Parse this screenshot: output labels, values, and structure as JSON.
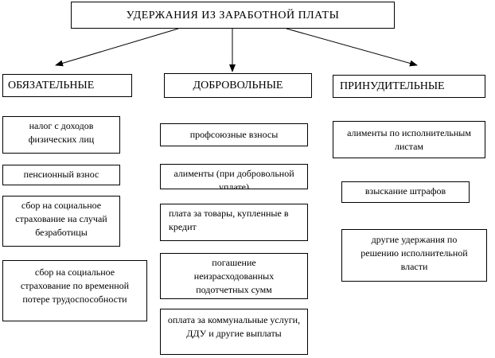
{
  "title": "УДЕРЖАНИЯ ИЗ ЗАРАБОТНОЙ ПЛАТЫ",
  "columns": [
    {
      "label": "ОБЯЗАТЕЛЬНЫЕ",
      "items": [
        "налог с доходов\nфизических лиц",
        "пенсионный взнос",
        "сбор на социальное\nстрахование на случай\nбезработицы",
        "сбор на социальное\nстрахование по временной\nпотере трудоспособности"
      ]
    },
    {
      "label": "ДОБРОВОЛЬНЫЕ",
      "items": [
        "профсоюзные взносы",
        "алименты (при добровольной\nуплате)",
        "плата за товары, купленные в\nкредит",
        "погашение\nнеизрасходованных\nподотчетных сумм",
        "оплата за коммунальные услуги,\nДДУ и другие выплаты"
      ]
    },
    {
      "label": "ПРИНУДИТЕЛЬНЫЕ",
      "items": [
        "алименты по исполнительным\nлистам",
        "взыскание штрафов",
        "другие удержания по\nрешению исполнительной\nвласти"
      ]
    }
  ]
}
